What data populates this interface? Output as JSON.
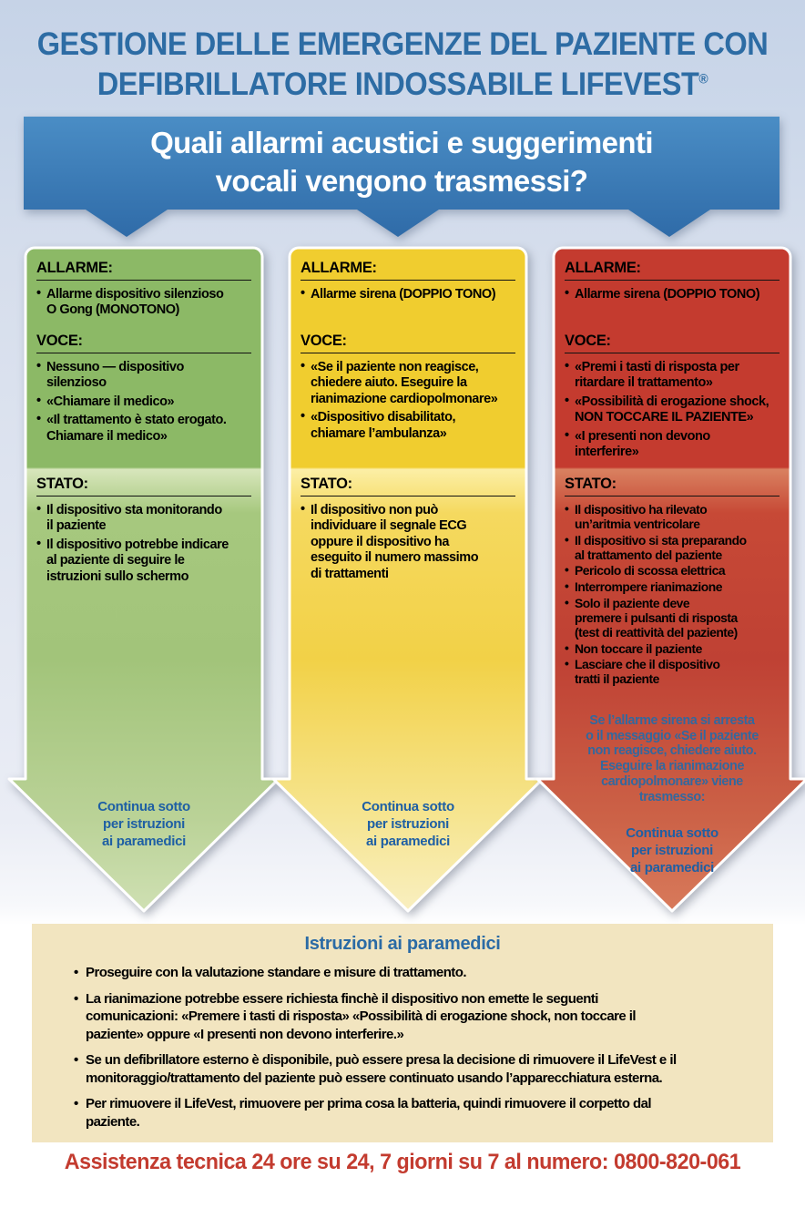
{
  "colors": {
    "title_blue": "#2d6ca4",
    "banner_blue_top": "#4a8dc5",
    "banner_blue_bottom": "#2f6ba8",
    "green_accent": "#8cb966",
    "yellow_accent": "#f0cd2f",
    "red_accent": "#c43b2f",
    "paramedics_bg": "#f2e5c0",
    "footer_red": "#c33b2f",
    "continua_blue": "#1e5fa4"
  },
  "header": {
    "title_line1": "GESTIONE DELLE EMERGENZE DEL PAZIENTE CON",
    "title_line2": "DEFIBRILLATORE INDOSSABILE LIFEVEST",
    "registered_mark": "®"
  },
  "banner": {
    "question_line1": "Quali allarmi acustici e suggerimenti",
    "question_line2": "vocali vengono trasmessi?"
  },
  "columns": [
    {
      "name": "green-silent-alarm",
      "allarme_label": "ALLARME:",
      "allarme_bullets": [
        "Allarme dispositivo silenzioso\nO Gong (MONOTONO)"
      ],
      "voce_label": "VOCE:",
      "voce_bullets": [
        "Nessuno — dispositivo\nsilenzioso",
        "«Chiamare il medico»",
        "«Il trattamento è stato erogato.\nChiamare il medico»"
      ],
      "stato_label": "STATO:",
      "stato_bullets": [
        "Il dispositivo sta monitorando\nil paziente",
        "Il dispositivo potrebbe indicare\nal paziente di seguire le\nistruzioni sullo schermo"
      ],
      "continua": "Continua sotto\nper istruzioni\nai paramedici"
    },
    {
      "name": "yellow-siren-alarm",
      "allarme_label": "ALLARME:",
      "allarme_bullets": [
        "Allarme sirena (DOPPIO TONO)"
      ],
      "voce_label": "VOCE:",
      "voce_bullets": [
        "«Se il paziente non reagisce,\nchiedere aiuto. Eseguire la\nrianimazione cardiopolmonare»",
        "«Dispositivo disabilitato,\nchiamare l’ambulanza»"
      ],
      "stato_label": "STATO:",
      "stato_bullets": [
        "Il dispositivo non può\nindividuare il segnale ECG\noppure il dispositivo ha\neseguito il numero massimo\ndi trattamenti"
      ],
      "continua": "Continua sotto\nper istruzioni\nai paramedici"
    },
    {
      "name": "red-treatment-alarm",
      "allarme_label": "ALLARME:",
      "allarme_bullets": [
        "Allarme sirena (DOPPIO TONO)"
      ],
      "voce_label": "VOCE:",
      "voce_bullets": [
        "«Premi i tasti di risposta per\nritardare il trattamento»",
        "«Possibilità di erogazione shock,\nNON TOCCARE IL PAZIENTE»",
        "«I presenti non devono\ninterferire»"
      ],
      "stato_label": "STATO:",
      "stato_bullets": [
        "Il dispositivo ha rilevato\nun’aritmia ventricolare",
        "Il dispositivo si sta preparando\nal trattamento del paziente",
        "Pericolo di scossa elettrica",
        "Interrompere rianimazione",
        "Solo il paziente deve\npremere i pulsanti di risposta\n(test di reattività del paziente)",
        "Non toccare il paziente",
        "Lasciare che il dispositivo\ntratti il paziente"
      ],
      "note": "Se l’allarme sirena si arresta\no il messaggio «Se il paziente\nnon reagisce, chiedere aiuto.\nEseguire la rianimazione\ncardiopolmonare» viene\ntrasmesso:",
      "continua": "Continua sotto\nper istruzioni\nai paramedici"
    }
  ],
  "paramedics_box": {
    "title": "Istruzioni ai paramedici",
    "bullets": [
      "Proseguire con la valutazione standare e misure di trattamento.",
      "La rianimazione potrebbe essere richiesta finchè il dispositivo non emette le seguenti\ncomunicazioni: «Premere i tasti di risposta» «Possibilità di erogazione shock, non toccare il\npaziente» oppure «I presenti non devono interferire.»",
      "Se un defibrillatore esterno è disponibile, può essere presa la decisione di rimuovere il LifeVest e il\nmonitoraggio/trattamento del paziente può essere continuato usando l’apparecchiatura esterna.",
      "Per rimuovere il LifeVest, rimuovere per prima cosa la batteria, quindi rimuovere il corpetto dal\npaziente."
    ]
  },
  "footer": {
    "support_line": "Assistenza tecnica 24 ore su 24, 7 giorni su 7 al numero: 0800-820-061"
  }
}
